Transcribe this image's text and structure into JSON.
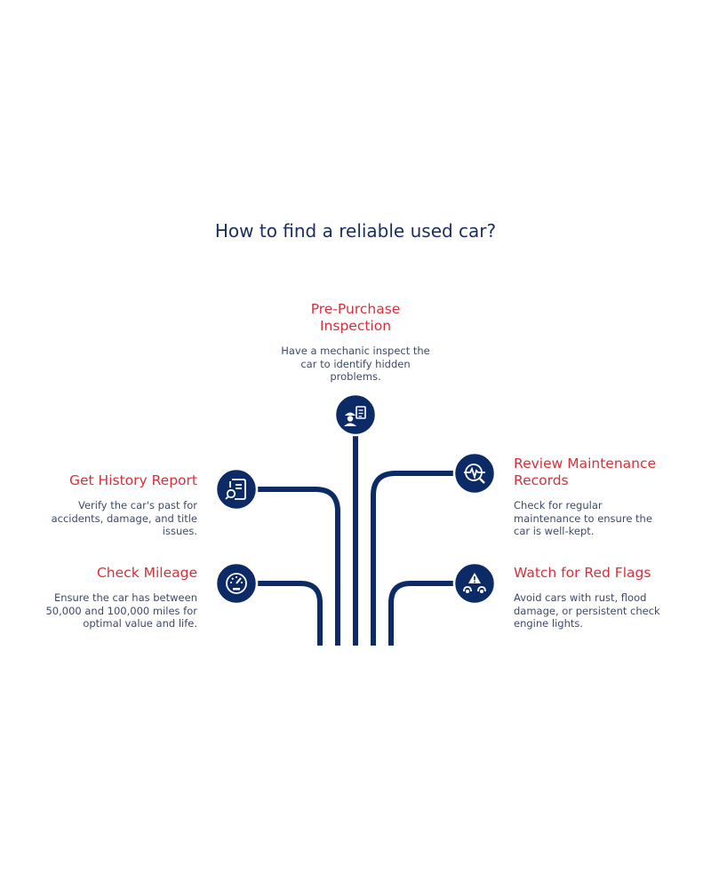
{
  "title": "How to find a reliable used car?",
  "colors": {
    "navy": "#0c2a66",
    "heading_red": "#d8303a",
    "text": "#3d4a66"
  },
  "steps": [
    {
      "id": "pre-purchase-inspection",
      "title_lines": [
        "Pre-Purchase",
        "Inspection"
      ],
      "description_lines": [
        "Have a mechanic inspect the",
        "car to identify hidden",
        "problems."
      ],
      "icon": "mechanic-checklist-icon"
    },
    {
      "id": "get-history-report",
      "title_lines": [
        "Get History Report"
      ],
      "description_lines": [
        "Verify the car's past for",
        "accidents, damage, and title",
        "issues."
      ],
      "icon": "report-search-icon"
    },
    {
      "id": "review-maintenance-records",
      "title_lines": [
        "Review Maintenance",
        "Records"
      ],
      "description_lines": [
        "Check for regular",
        "maintenance to ensure the",
        "car is well-kept."
      ],
      "icon": "pulse-search-icon"
    },
    {
      "id": "check-mileage",
      "title_lines": [
        "Check Mileage"
      ],
      "description_lines": [
        "Ensure the car has between",
        "50,000 and 100,000 miles for",
        "optimal value and life."
      ],
      "icon": "speedometer-icon"
    },
    {
      "id": "watch-for-red-flags",
      "title_lines": [
        "Watch for Red Flags"
      ],
      "description_lines": [
        "Avoid cars with rust, flood",
        "damage, or persistent check",
        "engine lights."
      ],
      "icon": "warning-car-icon"
    }
  ]
}
